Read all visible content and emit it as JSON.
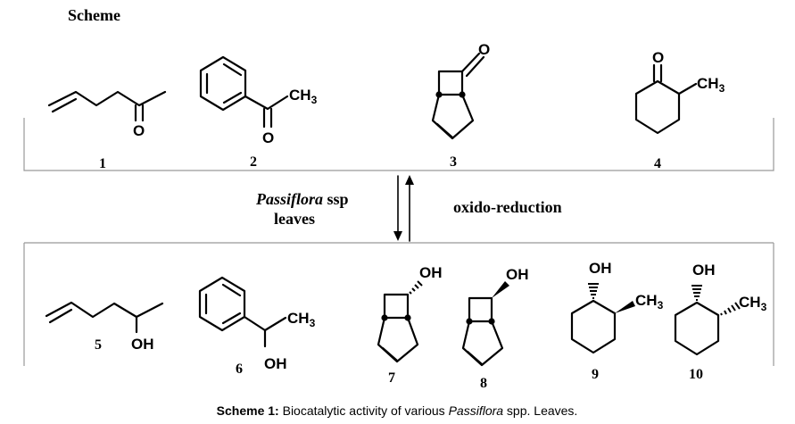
{
  "heading": "Scheme",
  "reaction": {
    "condition_organism": "Passiflora",
    "condition_suffix": " ssp",
    "condition_part": "leaves",
    "condition_process": "oxido-reduction"
  },
  "substrates": [
    {
      "number": "1",
      "atoms": [
        "O"
      ]
    },
    {
      "number": "2",
      "atoms": [
        "CH3",
        "O"
      ]
    },
    {
      "number": "3",
      "atoms": [
        "O"
      ]
    },
    {
      "number": "4",
      "atoms": [
        "O",
        "CH3"
      ]
    }
  ],
  "products": [
    {
      "number": "5",
      "atoms": [
        "OH"
      ]
    },
    {
      "number": "6",
      "atoms": [
        "CH3",
        "OH"
      ]
    },
    {
      "number": "7",
      "atoms": [
        "OH"
      ]
    },
    {
      "number": "8",
      "atoms": [
        "OH"
      ]
    },
    {
      "number": "9",
      "atoms": [
        "OH",
        "CH3"
      ]
    },
    {
      "number": "10",
      "atoms": [
        "OH",
        "CH3"
      ]
    }
  ],
  "caption": {
    "label": "Scheme 1:",
    "text_before": " Biocatalytic activity of various ",
    "organism": "Passiflora",
    "text_after": " spp. Leaves."
  }
}
